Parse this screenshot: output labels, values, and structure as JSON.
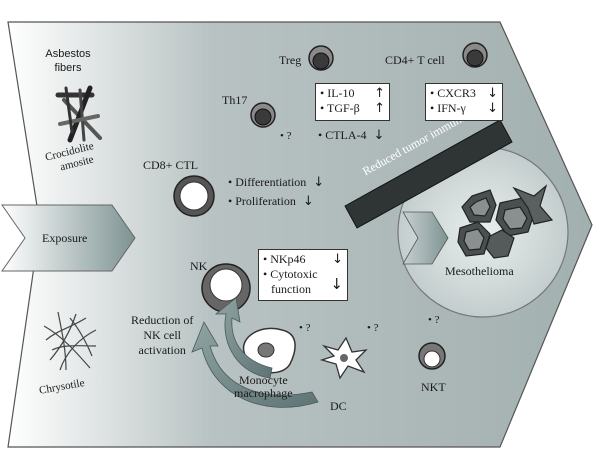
{
  "labels": {
    "asbestos_line1": "Asbestos",
    "asbestos_line2": "fibers",
    "crocidolite": "Crocidolite",
    "amosite": "amosite",
    "chrysotile": "Chrysotile",
    "exposure": "Exposure",
    "treg": "Treg",
    "cd4": "CD4+ T cell",
    "th17": "Th17",
    "cd8": "CD8+ CTL",
    "nk": "NK",
    "nkt": "NKT",
    "dc": "DC",
    "monocyte_line1": "Monocyte",
    "monocyte_line2": "macrophage",
    "mesothelioma": "Mesothelioma",
    "reduced": "Reduced tumor immunity",
    "reduction_line1": "Reduction of",
    "reduction_line2": "NK cell",
    "reduction_line3": "activation",
    "q_th17": "• ?",
    "q_mono": "• ?",
    "q_dc": "• ?",
    "q_nkt": "• ?"
  },
  "treg_box": {
    "items": [
      {
        "text": "• IL-10",
        "arrow": "↑"
      },
      {
        "text": "• TGF-β",
        "arrow": "↑"
      }
    ],
    "ctla4": {
      "text": "• CTLA-4",
      "arrow": "↓"
    }
  },
  "cd4_box": {
    "items": [
      {
        "text": "• CXCR3",
        "arrow": "↓"
      },
      {
        "text": "• IFN-γ",
        "arrow": "↓"
      }
    ]
  },
  "cd8_list": {
    "items": [
      {
        "text": "• Differentiation",
        "arrow": "↓"
      },
      {
        "text": "• Proliferation",
        "arrow": "↓"
      }
    ]
  },
  "nk_box": {
    "item1": {
      "text": "• NKp46",
      "arrow": "↓"
    },
    "item2_line1": "• Cytotoxic",
    "item2_line2": "function",
    "item2_arrow": "↓"
  },
  "colors": {
    "arrow_body_dark": "#8a9a9a",
    "arrow_body_light": "#ffffff",
    "cell_dark": "#3a3a3a",
    "cell_mid": "#8a8a8a",
    "banner": "#2f3535"
  }
}
